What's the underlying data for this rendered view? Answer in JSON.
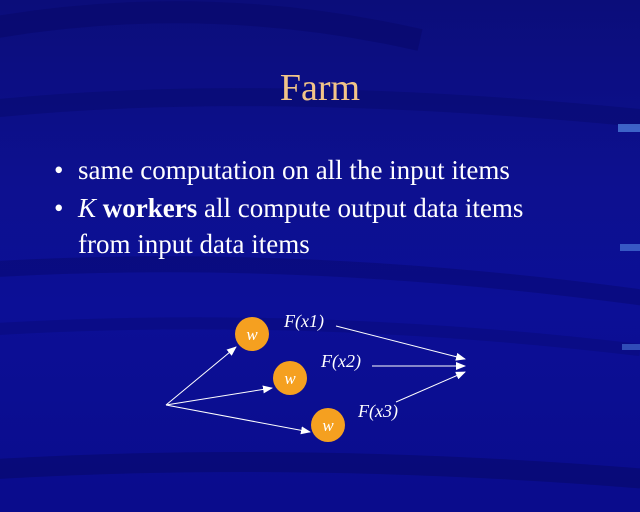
{
  "slide": {
    "title": "Farm",
    "bullets": [
      {
        "marker": "•",
        "text": "same computation on all the input items"
      },
      {
        "marker": "•",
        "k": "K",
        "bold": "workers",
        "rest_line1": " all compute output data items",
        "rest_line2": "from input data items"
      }
    ]
  },
  "diagram": {
    "workers": [
      {
        "label": "w",
        "output": "F(x1)"
      },
      {
        "label": "w",
        "output": "F(x2)"
      },
      {
        "label": "w",
        "output": "F(x3)"
      }
    ],
    "colors": {
      "title": "#f2c488",
      "worker_fill": "#f5a020",
      "arrow": "#ffffff",
      "background": "#0c0f96"
    }
  }
}
